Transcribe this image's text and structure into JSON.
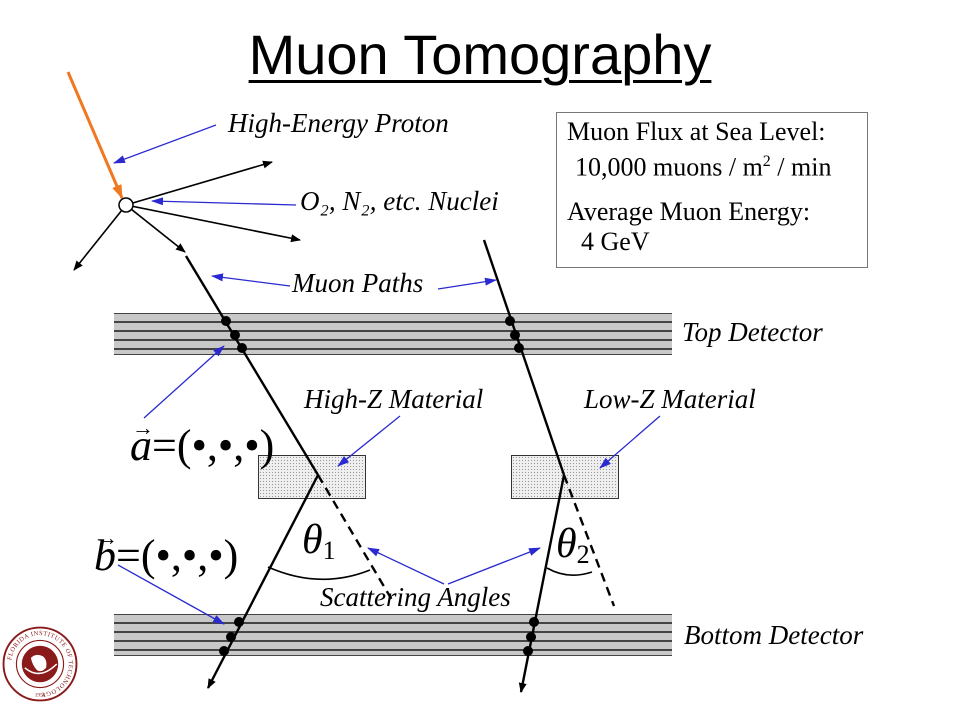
{
  "title": "Muon Tomography",
  "labels": {
    "proton": "High-Energy Proton",
    "nuclei": "O₂, N₂, etc. Nuclei",
    "muon_paths": "Muon Paths",
    "top_detector": "Top Detector",
    "bottom_detector": "Bottom Detector",
    "high_z": "High-Z Material",
    "low_z": "Low-Z Material",
    "scattering": "Scattering Angles"
  },
  "info_box": {
    "line1": "Muon Flux at Sea Level:",
    "line2_pre": "10,000 muons / m",
    "line2_sup": "2",
    "line2_post": " / min",
    "line3": "Average Muon Energy:",
    "line4": "4 GeV"
  },
  "vectors": {
    "a_symbol": "a",
    "a_arrow": "→",
    "a_value": "=(•,•,•)",
    "b_symbol": "b",
    "b_arrow": "→",
    "b_value": "=(•,•,•)"
  },
  "angles": {
    "theta1_symbol": "θ",
    "theta1_sub": "1",
    "theta2_symbol": "θ",
    "theta2_sub": "2"
  },
  "logo": {
    "text": "FLORIDA INSTITUTE OF TECHNOLOGY",
    "year": "1958",
    "color": "#8b1a1a"
  },
  "colors": {
    "proton_arrow": "#f07820",
    "pointer": "#2a2ad0",
    "ink": "#000000"
  }
}
